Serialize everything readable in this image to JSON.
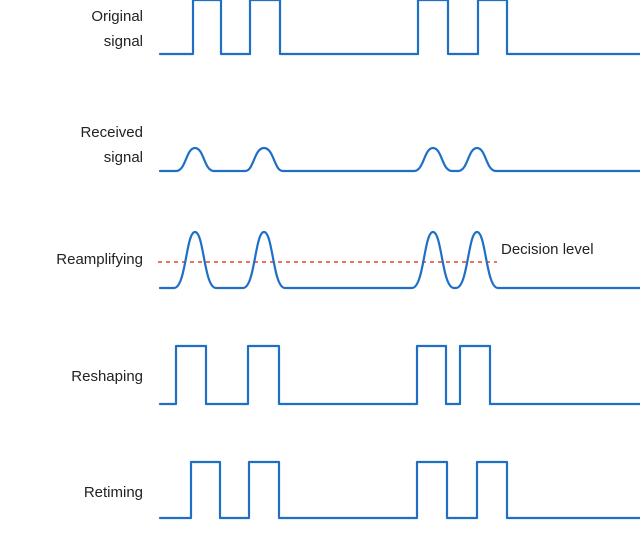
{
  "colors": {
    "waveform": "#1f6fc5",
    "decision_line": "#e8402a",
    "text": "#222222",
    "background": "#ffffff"
  },
  "rows": [
    {
      "label_lines": [
        "Original",
        "signal"
      ]
    },
    {
      "label_lines": [
        "Received",
        "signal"
      ]
    },
    {
      "label_lines": [
        "Reamplifying"
      ]
    },
    {
      "label_lines": [
        "Reshaping"
      ]
    },
    {
      "label_lines": [
        "Retiming"
      ]
    }
  ],
  "decision_level": {
    "label": "Decision level"
  }
}
